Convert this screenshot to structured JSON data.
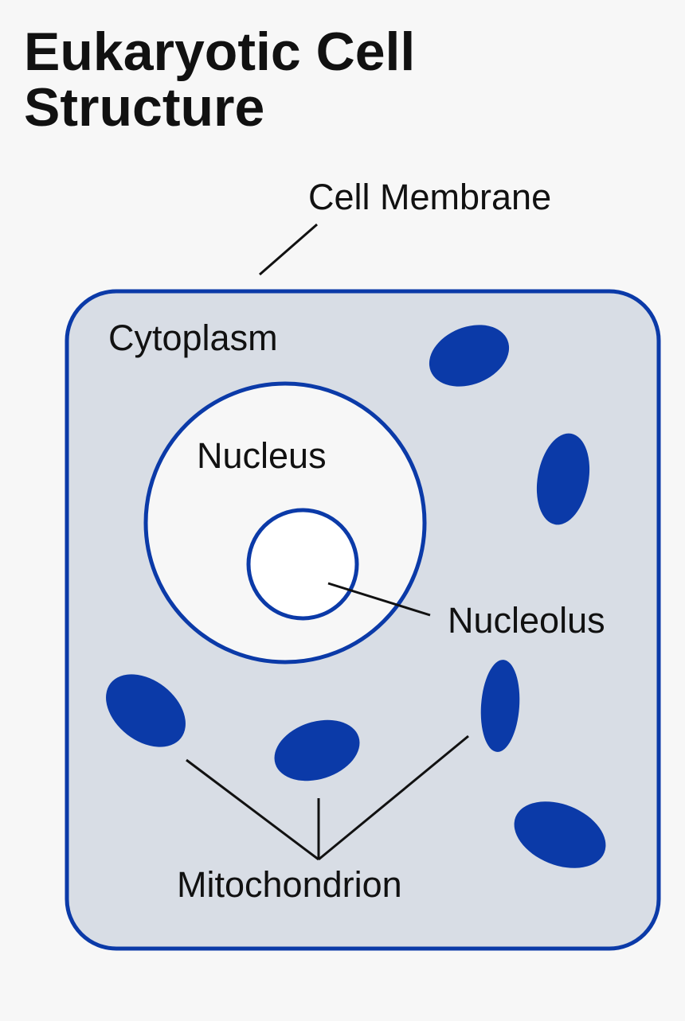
{
  "title": {
    "line1": "Eukaryotic Cell",
    "line2": "Structure"
  },
  "labels": {
    "cell_membrane": "Cell Membrane",
    "cytoplasm": "Cytoplasm",
    "nucleus": "Nucleus",
    "nucleolus": "Nucleolus",
    "mitochondrion": "Mitochondrion"
  },
  "colors": {
    "background": "#f7f7f7",
    "membrane": "#0b3aa8",
    "cytoplasm": "#d8dde5",
    "nucleus": "#f7f7f7",
    "nucleolus": "#ffffff",
    "mitochondrion": "#0b3aa8",
    "text": "#111111"
  }
}
